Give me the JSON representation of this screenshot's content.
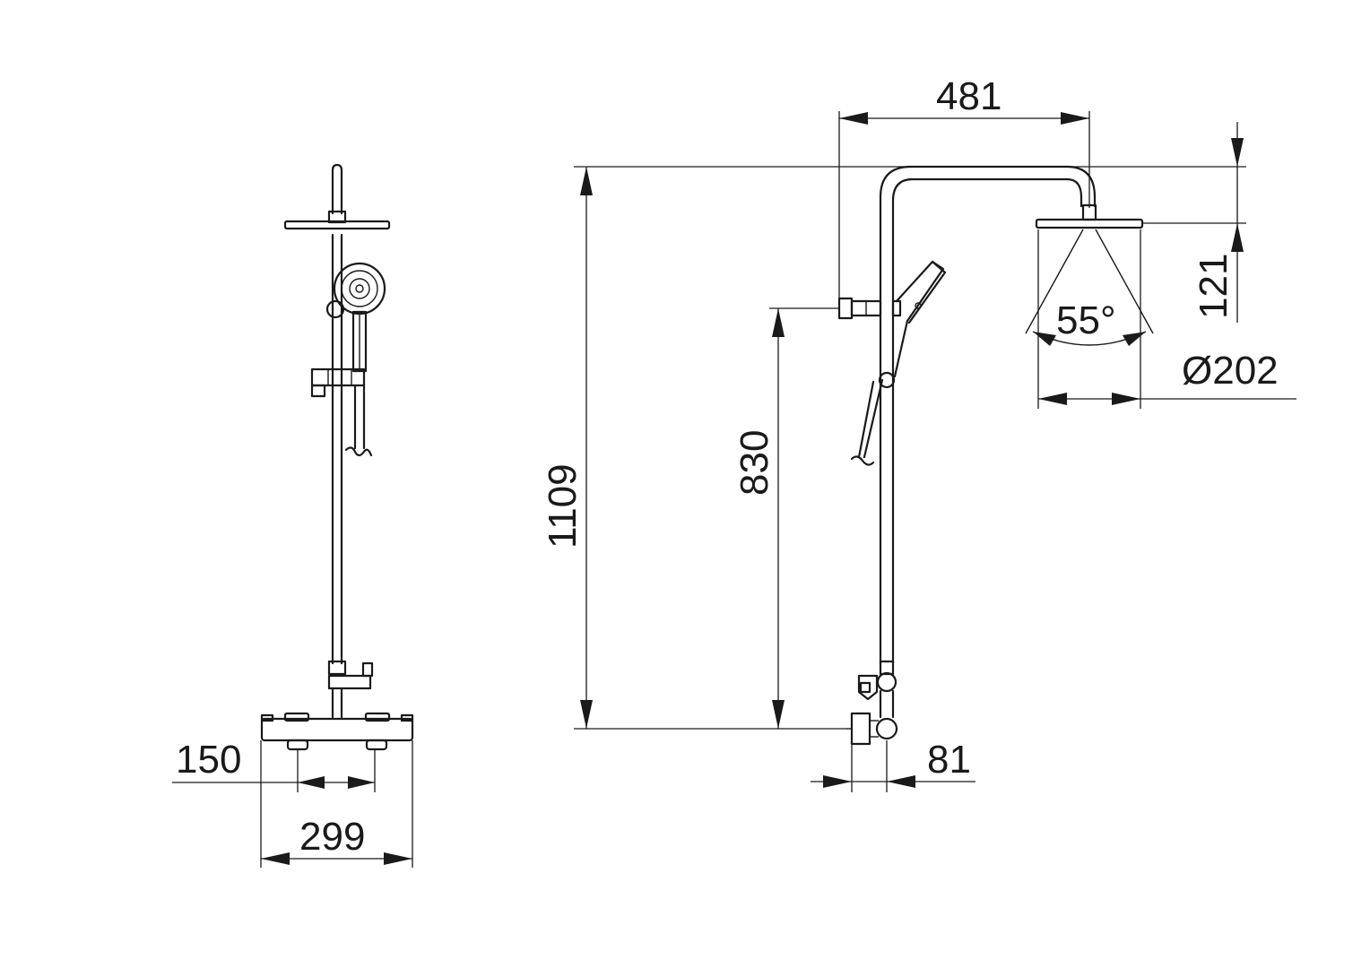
{
  "dimensions": {
    "width_299": "299",
    "spacing_150": "150",
    "height_1109": "1109",
    "height_830": "830",
    "arm_481": "481",
    "head_drop_121": "121",
    "head_diameter": "Ø202",
    "spray_angle": "55°",
    "wall_offset_81": "81"
  },
  "colors": {
    "line": "#1a1a1a",
    "background": "#ffffff"
  }
}
